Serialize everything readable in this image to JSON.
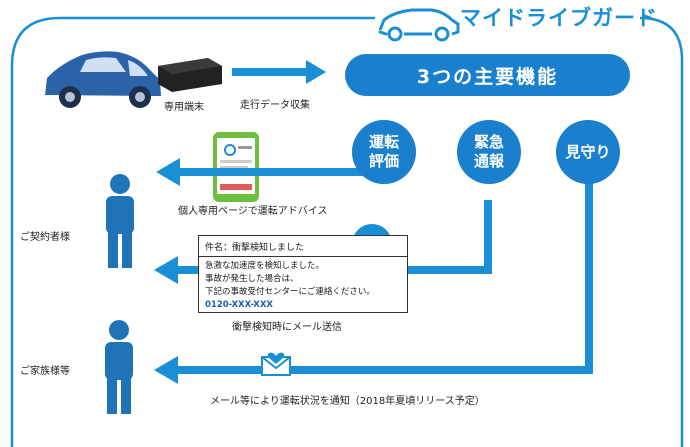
{
  "brand": {
    "name": "マイドライブガード",
    "accent": "#1b8fd6"
  },
  "title": "3つの主要機能",
  "functions": [
    {
      "label": "運転\n評価"
    },
    {
      "label": "緊急\n通報"
    },
    {
      "label": "見守り"
    }
  ],
  "device_label": "専用端末",
  "data_collection_label": "走行データ収集",
  "advice_label": "個人専用ページで運転アドバイス",
  "contractor_label": "ご契約者様",
  "family_label": "ご家族様等",
  "email": {
    "subject": "件名：衝撃検知しました",
    "body": [
      "急激な加速度を検知しました。",
      "事故が発生した場合は、",
      "下記の事故受付センターにご連絡ください。"
    ],
    "phone": "0120-XXX-XXX"
  },
  "email_caption": "衝撃検知時にメール送信",
  "notify_label": "メール等により運転状況を通知（2018年夏頃リリース予定）",
  "colors": {
    "primary": "#1a7fcc",
    "arrow": "#1b8fd6",
    "figure": "#1f74b8",
    "car": "#2a63a8"
  }
}
